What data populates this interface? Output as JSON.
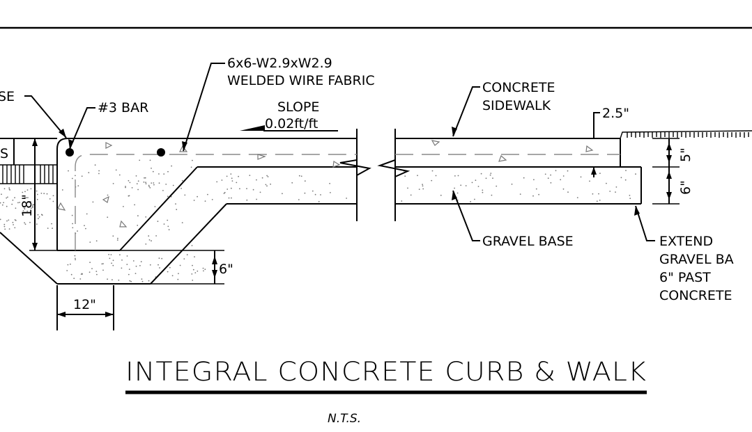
{
  "labels": {
    "base_left_partial": "SE",
    "bar": "#3 BAR",
    "wire_line1": "6x6-W2.9xW2.9",
    "wire_line2": "WELDED WIRE FABRIC",
    "slope_line1": "SLOPE",
    "slope_line2": "0.02ft/ft",
    "sidewalk_line1": "CONCRETE",
    "sidewalk_line2": "SIDEWALK",
    "gravel_base": "GRAVEL BASE",
    "extend_line1": "EXTEND",
    "extend_line2": "GRAVEL BA",
    "extend_line3": "6\" PAST",
    "extend_line4": "CONCRETE"
  },
  "dimensions": {
    "left_partial": "S",
    "curb_height": "18\"",
    "footing_depth": "6\"",
    "footing_width": "12\"",
    "edge_gap": "2.5\"",
    "walk_thickness": "5\"",
    "base_thickness": "6\""
  },
  "title": "INTEGRAL CONCRETE CURB & WALK",
  "scale_note": "N.T.S."
}
